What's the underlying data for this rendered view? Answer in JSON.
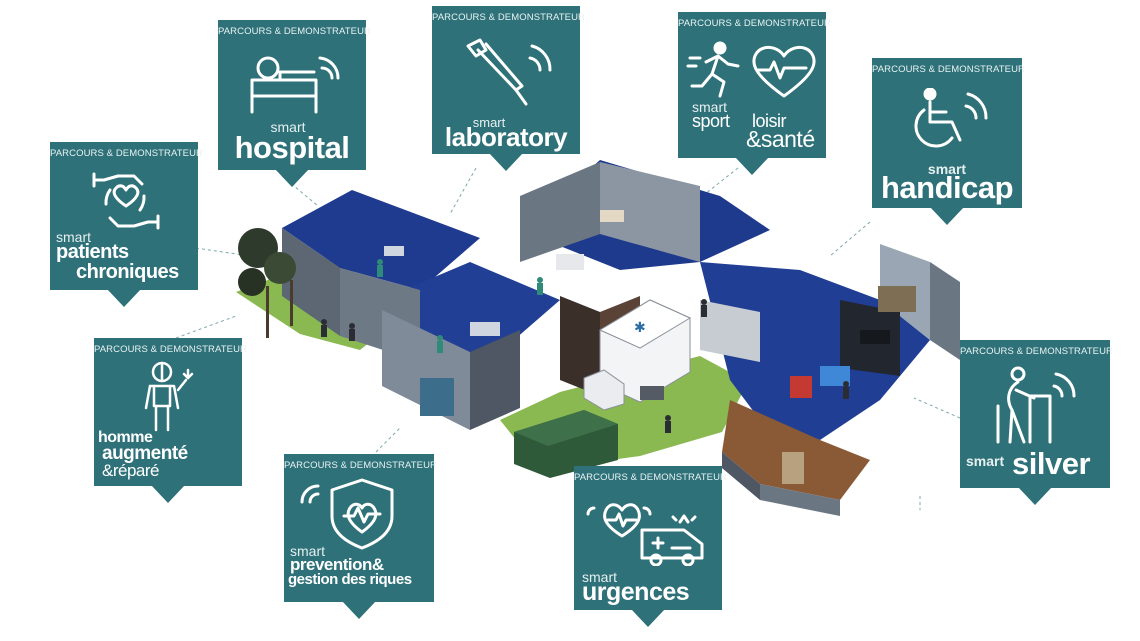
{
  "header_label": "PARCOURS & DEMONSTRATEUR",
  "cards": {
    "hospital": {
      "small": "smart",
      "big": "hospital",
      "icon": "hospital-bed-icon"
    },
    "laboratory": {
      "small": "smart",
      "big": "laboratory",
      "icon": "pipette-icon"
    },
    "sport": {
      "small": "smart",
      "big": "sport",
      "mid": "loisir",
      "big2": "&santé",
      "icon": "runner-heart-icon"
    },
    "handicap": {
      "small": "smart",
      "big": "handicap",
      "icon": "wheelchair-icon"
    },
    "patients": {
      "small": "smart",
      "big": "patients",
      "big2": "chroniques",
      "icon": "hands-heart-icon"
    },
    "homme": {
      "big": "homme",
      "big2": "augmenté",
      "big3": "&réparé",
      "icon": "augmented-human-icon"
    },
    "prevention": {
      "small": "smart",
      "big": "prevention&",
      "big2": "gestion des riques",
      "icon": "shield-heart-icon"
    },
    "urgences": {
      "small": "smart",
      "big": "urgences",
      "icon": "ambulance-icon"
    },
    "silver": {
      "small": "smart",
      "big": "silver",
      "icon": "walker-elder-icon"
    }
  },
  "colors": {
    "card": "#2e7178",
    "floor": "#1f3b8f",
    "grass": "#8ab851",
    "wall": "#4e5763"
  }
}
